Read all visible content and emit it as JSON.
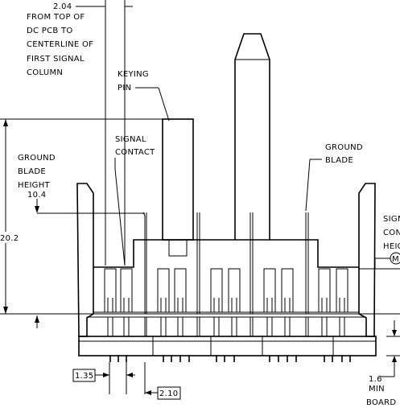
{
  "dimensions": {
    "top_offset_value": "2.04",
    "ground_blade_height_value": "10.4",
    "overall_height_value": "20.2",
    "pitch_small": "1.35",
    "pitch_large": "2.10",
    "min_board_value": "1.6"
  },
  "labels": {
    "top_note": [
      "FROM TOP OF",
      "DC PCB TO",
      "CENTERLINE OF",
      "FIRST SIGNAL",
      "COLUMN"
    ],
    "keying_pin": [
      "KEYING",
      "PIN"
    ],
    "signal_contact": [
      "SIGNAL",
      "CONTACT"
    ],
    "ground_blade": [
      "GROUND",
      "BLADE"
    ],
    "ground_blade_height": [
      "GROUND",
      "BLADE",
      "HEIGHT"
    ],
    "signal_contact_height_partial": [
      "SIGN",
      "CON",
      "HEIG"
    ],
    "min_board": [
      "MIN",
      "BOARD"
    ],
    "circled_marker": "M"
  }
}
